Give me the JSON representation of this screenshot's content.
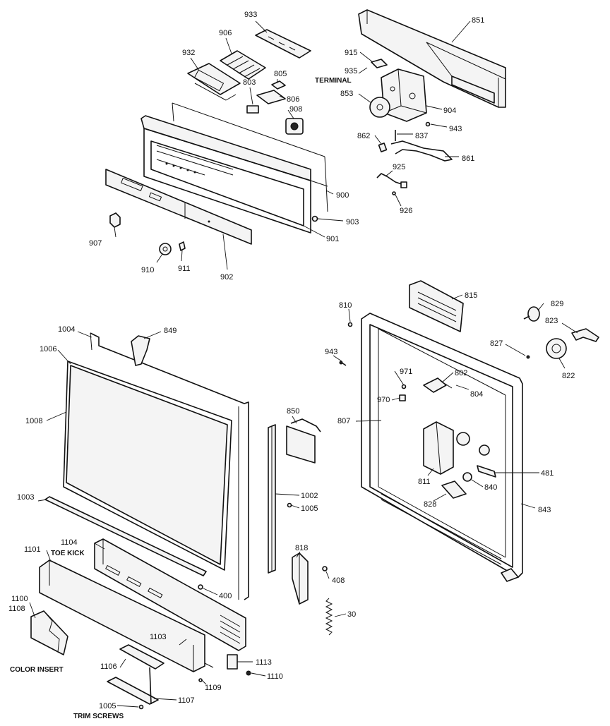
{
  "labels": {
    "p933": "933",
    "p906": "906",
    "p932": "932",
    "p805": "805",
    "p803": "803",
    "p806": "806",
    "p908": "908",
    "p851": "851",
    "p915": "915",
    "p935": "935",
    "terminal": "TERMINAL",
    "p853": "853",
    "p904": "904",
    "p943a": "943",
    "p837": "837",
    "p862": "862",
    "p861": "861",
    "p925": "925",
    "p926": "926",
    "p900": "900",
    "p903": "903",
    "p901": "901",
    "p907": "907",
    "p910": "910",
    "p911": "911",
    "p902": "902",
    "p1004": "1004",
    "p849": "849",
    "p1006": "1006",
    "p1008": "1008",
    "p850": "850",
    "p1003": "1003",
    "p1002": "1002",
    "p1005a": "1005",
    "p1104": "1104",
    "toe_kick": "TOE KICK",
    "p1101": "1101",
    "p400": "400",
    "p1100": "1100",
    "p1108": "1108",
    "p818": "818",
    "p408": "408",
    "p30": "30",
    "p1103": "1103",
    "p1113": "1113",
    "color_insert": "COLOR INSERT",
    "p1106": "1106",
    "p1110": "1110",
    "p1109": "1109",
    "p1005b": "1005",
    "trim_screws": "TRIM SCREWS",
    "p1107": "1107",
    "p815": "815",
    "p810": "810",
    "p829": "829",
    "p823": "823",
    "p827": "827",
    "p822": "822",
    "p943b": "943",
    "p971": "971",
    "p802": "802",
    "p804": "804",
    "p970": "970",
    "p807": "807",
    "p811": "811",
    "p481": "481",
    "p840": "840",
    "p828": "828",
    "p843": "843"
  }
}
